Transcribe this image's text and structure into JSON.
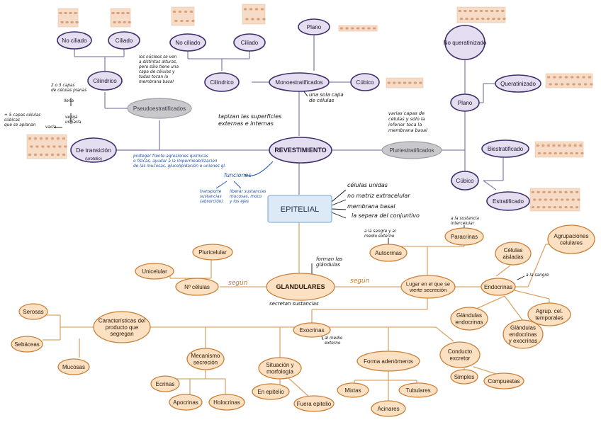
{
  "colors": {
    "purple_fill": "#e4def0",
    "purple_stroke": "#3f2f6a",
    "purple_line": "#8d7fae",
    "gray_fill": "#c9c9cc",
    "center_fill": "#dce9f7",
    "center_stroke": "#8fb4de",
    "orange_fill": "#fbe0c2",
    "orange_stroke": "#c9803a",
    "orange_line": "#d9a66b",
    "tissue_fill": "#f6dcc6",
    "tissue_cell": "#d99f78"
  },
  "central": {
    "label": "EPITELIAL"
  },
  "revestimiento": {
    "title": "REVESTIMIENTO",
    "nodes": {
      "monoestratificados": "Monoestratificados",
      "pluriestratificados": "Pluriestratificados",
      "pseudoestratificados": "Pseudoestratificados",
      "de_transicion": "De transición",
      "de_transicion_sub": "(urotelio)",
      "cilindrico_left": "Cilíndrico",
      "no_ciliado_1": "No ciliado",
      "ciliado_1": "Ciliado",
      "cilindrico_mid": "Cilíndrico",
      "no_ciliado_2": "No ciliado",
      "ciliado_2": "Ciliado",
      "plano_top": "Plano",
      "cubico_top": "Cúbico",
      "no_queratinizado": "No queratinizado",
      "queratinizado": "Queratinizado",
      "plano_right": "Plano",
      "biestratificado": "Biestratificado",
      "cubico_right": "Cúbico",
      "estratificado": "Estratificado"
    },
    "notes": {
      "tapizan": "tapizan las superficies\nexternas e internas",
      "una_sola_capa": "una sola capa\nde células",
      "varias_capas": "varias capas de\ncélulas y sólo la\ninferior toca la\nmembrana basal",
      "pseudo_note": "los núcleos se ven\na distintas alturas,\npero sólo tiene una\ncapa de células y\ntodas tocan la\nmembrana basal",
      "dos_tres_capas": "2 o 3 capas\nde células planas",
      "llena": "llena",
      "vejiga": "vejiga\nurinaria",
      "vacia": "vacía",
      "mas_capas": "+ 5 capas células\ncúbicas\nque se aplanan",
      "funciones_title": "funciones",
      "funciones_text": "proteger frente agresiones químicas\no físicas, ayudar a la impermeabilización\nde las mucosas, glucolipidación o uniones gl.",
      "func_a": "transporte\nsustancias\n(absorción)",
      "func_b": "liberar sustancias\nmucosas, moco\ny los ejes",
      "celulas_unidas": "células unidas",
      "no_matriz": "no matriz extracelular",
      "membrana_basal": "membrana basal",
      "separa": "la separa del conjuntivo"
    }
  },
  "glandulares": {
    "title": "GLANDULARES",
    "segun_1": "según",
    "segun_2": "según",
    "forman": "forman las\nglándulas",
    "secretan": "secretan sustancias",
    "nodes": {
      "n_celulas": "Nº células",
      "unicelular": "Unicelular",
      "pluricelular": "Pluricelular",
      "lugar": "Lugar en el que se\nvierte secreción",
      "autocrinas": "Autocrinas",
      "paracrinas": "Paracrinas",
      "endocrinas": "Endocrinas",
      "celulas_aisladas": "Células\naisladas",
      "agrupaciones": "Agrupaciones\ncelulares",
      "glandulas_endocrinas": "Glándulas\nendocrinas",
      "glandulas_endo_exo": "Glándulas\nendocrinas\ny exocrinas",
      "agrup_temporales": "Agrup. cel.\ntemporales",
      "caracteristicas": "Características del\nproducto que\nsegregan",
      "serosas": "Serosas",
      "sebaceas": "Sebáceas",
      "mucosas": "Mucosas",
      "exocrinas": "Exocrinas",
      "mecanismo": "Mecanismo\nsecreción",
      "ecrinas": "Ecrinas",
      "apocrinas": "Apocrinas",
      "holocrinas": "Holocrinas",
      "situacion": "Situación y\nmorfología",
      "en_epitelio": "En epitelio",
      "fuera_epitelio": "Fuera epitelio",
      "forma_adenomeros": "Forma adenómeros",
      "mixtas": "Mixtas",
      "tubulares": "Tubulares",
      "acinares": "Acinares",
      "conducto": "Conducto\nexcretor",
      "simples": "Simples",
      "compuestas": "Compuestas"
    },
    "notes": {
      "a_la_sangre_autocrina": "a la sangre y al\nmedio externo",
      "a_la_sustancia": "a la sustancia\nintercelular",
      "a_la_sangre": "a la sangre",
      "al_medio_externo": "al medio\nexterno"
    }
  }
}
